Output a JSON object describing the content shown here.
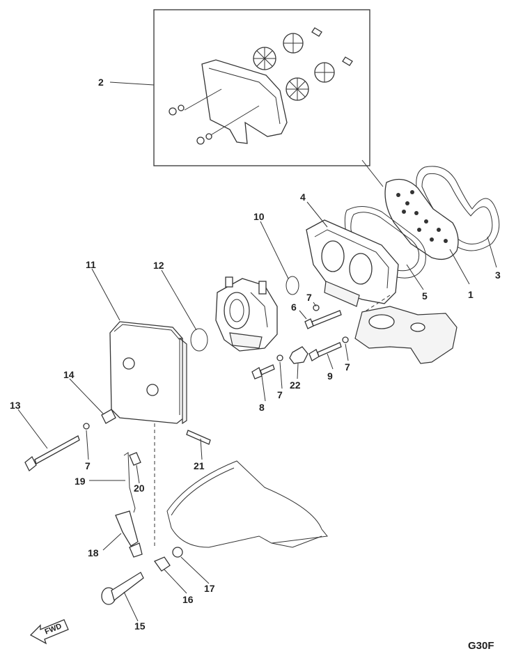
{
  "diagram": {
    "drawing_code": "G30F",
    "direction_label": "FWD",
    "callouts": [
      "1",
      "2",
      "3",
      "4",
      "5",
      "6",
      "7",
      "7",
      "7",
      "7",
      "8",
      "9",
      "10",
      "11",
      "12",
      "13",
      "14",
      "15",
      "16",
      "17",
      "18",
      "19",
      "20",
      "21",
      "22"
    ]
  }
}
